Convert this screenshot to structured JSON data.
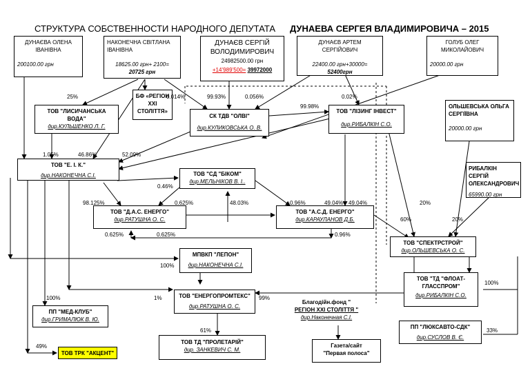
{
  "title": {
    "part1": "СТРУКТУРА СОБСТВЕННОСТИ  НАРОДНОГО ДЕПУТАТА",
    "part2": "ДУНАЕВА СЕРГЕЯ ВЛАДИМИРОВИЧА – 2015"
  },
  "persons": {
    "dunaeva_olena": {
      "name": "ДУНАЄВА ОЛЕНА ІВАНІВНА",
      "value": "200100.00 грн"
    },
    "nakonechna": {
      "name": "НАКОНЕЧНА СВІТЛАНА ІВАНІВНА",
      "value1": "18625.00 грн+ 2100=",
      "value2": "20725 грн"
    },
    "dunaev_serhiy": {
      "name1": "ДУНАЄВ СЕРГІЙ",
      "name2": "ВОЛОДИМИРОВИЧ",
      "value1": "24982500.00 грн",
      "value2": "+14’989’500=",
      "value3": "39972000"
    },
    "dunaev_artem": {
      "name": "ДУНАЄВ АРТЕМ СЕРГІЙОВИЧ",
      "value1": "22400.00 грн+30000=",
      "value2": "52400грн"
    },
    "golub_oleg": {
      "name": "ГОЛУБ ОЛЕГ МИКОЛАЙОВИЧ",
      "value": "20000.00 грн"
    },
    "olshevska": {
      "name": "ОЛЬШЕВСЬКА ОЛЬГА СЕРГІЇВНА",
      "value": "20000.00 грн"
    },
    "ribalkin": {
      "name": "РИБАЛКІН СЕРГІЙ ОЛЕКСАНДРОВИЧ",
      "value": "65990.00 грн"
    }
  },
  "companies": {
    "bf_region": {
      "name": "БФ «РЕГІОН XXI СТОЛІТТЯ»"
    },
    "lysychanska": {
      "name": "ТОВ \"ЛИСИЧАНСЬКА ВОДА\"",
      "director": "дир.КУЛЬШЕНКО Л. Г."
    },
    "sk_olvi": {
      "name": "СК  ТДВ \"ОЛВІ\"",
      "director": "дир.КУЛИКОВСЬКА О. В."
    },
    "lizing": {
      "name": "ТОВ \"ЛІЗИНГ ІНВЕСТ\"",
      "director": "дир.РИБАЛКІН С.О."
    },
    "eik": {
      "name": "ТОВ \"Е. І. К.\"",
      "director": "дир.НАКОНЕЧНА С.І."
    },
    "sd_bikom": {
      "name": "ТОВ \"СД \"БІКОМ\"",
      "director": "дир.МЕЛЬНІКОВ В. І.."
    },
    "das_energo": {
      "name": "ТОВ  \"Д.А.С. ЕНЕРГО\"",
      "director": "дир.РАТУШНА О. С."
    },
    "asd_energo": {
      "name": "ТОВ \"А.С.Д. ЕНЕРГО\"",
      "director": "дир.КАРАУЛАНОВ Д.Б."
    },
    "spektrstroy": {
      "name": "ТОВ \"СПЕКТРСТРОЙ\"",
      "director": "дир.ОЛЬШЕВСЬКА О. С."
    },
    "mpvkp_lepon": {
      "name": "МПВКП \"ЛЕПОН\"",
      "director": "дир.НАКОНЕЧНА С.І."
    },
    "td_float": {
      "name": "ТОВ \"ТД \"ФЛОАТ-ГЛАССПРОМ\"",
      "director": "дир.РИБАЛКІН С.О."
    },
    "energoprom": {
      "name": "ТОВ \"ЕНЕРГОПРОМТЕКС\"",
      "director": "дир.РАТУШНА О. С."
    },
    "blagodiyn": {
      "name1": "Благодійн.фонд \"",
      "name2": "РЕГІОН XXI СТОЛІТТЯ \"",
      "director": "дир.Наконечная С.І."
    },
    "med_klub": {
      "name": "ПП \"МЕД-КЛУБ\"",
      "director": "дир.ГРИМАЛЮК В. Ю."
    },
    "lyuksavto": {
      "name": "ПП \"ЛЮКСАВТО-СДК\"",
      "director": "дир.СУСЛОВ В. Є."
    },
    "td_proletariy": {
      "name": "ТОВ ТД \"ПРОЛЕТАРІЙ\"",
      "director": "дир. ЗАНКЕВИЧ С. М."
    },
    "trk_akcent": {
      "name": "ТОВ ТРК \"АКЦЕНТ\""
    },
    "gazeta": {
      "name1": "Газета/сайт",
      "name2": "\"Первая полоса\""
    }
  },
  "percentages": {
    "p25": "25%",
    "p0014": "0.014%",
    "p9993": "99.93%",
    "p0056": "0.056%",
    "p002": "0.02%",
    "p9998": "99.98%",
    "p105": "1.05%",
    "p4686": "46.86%",
    "p5209": "52.09%",
    "p046": "0.46%",
    "p98125": "98.125%",
    "p0625a": "0.625%",
    "p4803": "48.03%",
    "p096a": "0.96%",
    "p4904a": "49.04%",
    "p4904b": "49.04%",
    "p20a": "20%",
    "p60": "60%",
    "p20b": "20%",
    "p0625b": "0.625%",
    "p0625c": "0.625%",
    "p096b": "0.96%",
    "p100a": "100%",
    "p100b": "100%",
    "p100c": "100%",
    "p1": "1%",
    "p99": "99%",
    "p61": "61%",
    "p49": "49%",
    "p33": "33%"
  },
  "colors": {
    "highlight": "#ffff00",
    "accent_red": "#e00000"
  }
}
